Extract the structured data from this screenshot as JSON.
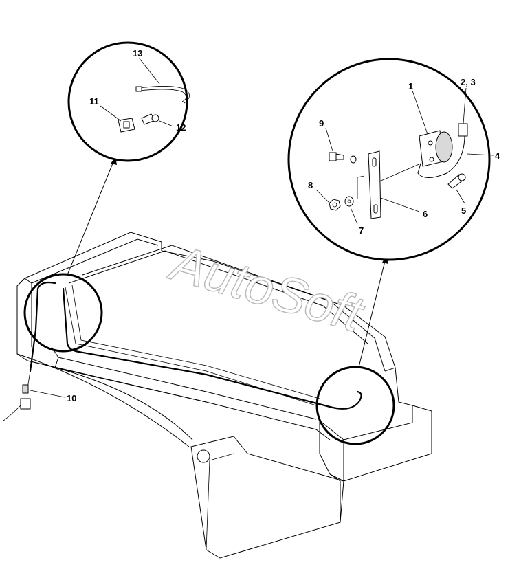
{
  "diagram": {
    "watermark": "AutoSoft",
    "callouts": {
      "c1": "1",
      "c2_3": "2, 3",
      "c4": "4",
      "c5": "5",
      "c6": "6",
      "c7": "7",
      "c8": "8",
      "c9": "9",
      "c10": "10",
      "c11": "11",
      "c12": "12",
      "c13": "13"
    }
  }
}
